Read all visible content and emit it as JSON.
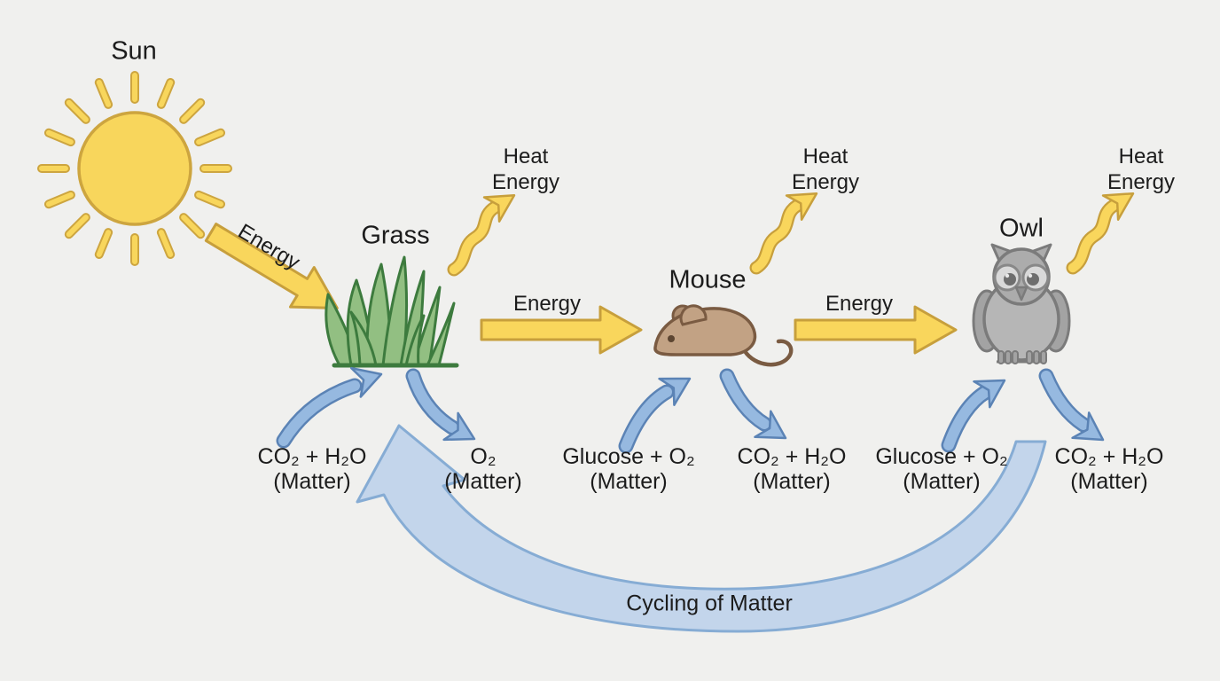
{
  "diagram": {
    "nodes": {
      "sun": "Sun",
      "grass": "Grass",
      "mouse": "Mouse",
      "owl": "Owl"
    },
    "energy_flow": {
      "sun_to_grass": "Energy",
      "grass_to_mouse": "Energy",
      "mouse_to_owl": "Energy"
    },
    "heat": [
      {
        "line1": "Heat",
        "line2": "Energy"
      },
      {
        "line1": "Heat",
        "line2": "Energy"
      },
      {
        "line1": "Heat",
        "line2": "Energy"
      }
    ],
    "matter": [
      {
        "formula": "CO₂ + H₂O",
        "note": "(Matter)"
      },
      {
        "formula": "O₂",
        "note": "(Matter)"
      },
      {
        "formula": "Glucose + O₂",
        "note": "(Matter)"
      },
      {
        "formula": "CO₂ + H₂O",
        "note": "(Matter)"
      },
      {
        "formula": "Glucose + O₂",
        "note": "(Matter)"
      },
      {
        "formula": "CO₂ + H₂O",
        "note": "(Matter)"
      }
    ],
    "cycle": "Cycling of Matter"
  },
  "colors": {
    "background": "#f0f0ee",
    "energy_yellow": "#f9d65c",
    "energy_outline": "#c79f3c",
    "matter_blue": "#96b9e0",
    "matter_outline": "#5b83b5",
    "cycle_fill": "#c3d5eb",
    "cycle_outline": "#86acd4",
    "grass_green": "#92bf82",
    "grass_outline": "#3d7b3e",
    "mouse_brown": "#c2a284",
    "mouse_outline": "#7a5b42",
    "owl_gray": "#b3b3b3",
    "owl_outline": "#7b7b7b",
    "text": "#1c1c1c"
  }
}
